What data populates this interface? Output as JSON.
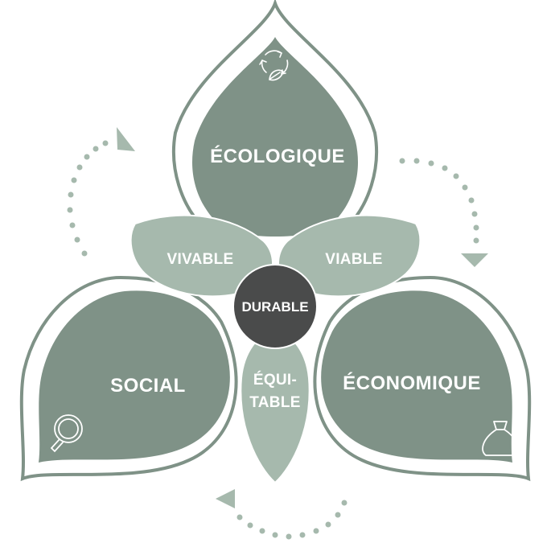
{
  "diagram": {
    "petals": {
      "ecologique": "ÉCOLOGIQUE",
      "social": "SOCIAL",
      "economique": "ÉCONOMIQUE"
    },
    "overlaps": {
      "vivable": "VIVABLE",
      "viable": "VIABLE",
      "equitable_line1": "ÉQUI-",
      "equitable_line2": "TABLE"
    },
    "center": "DURABLE"
  },
  "colors": {
    "petal": "#7f9287",
    "overlap": "#a6b9ad",
    "center": "#4a4b4b",
    "outline": "#7f9287",
    "arrows": "#a6b9ad"
  },
  "icons": {
    "ecologique": "recycle-leaf-icon",
    "social": "magnifier-icon",
    "economique": "money-bag-icon"
  }
}
